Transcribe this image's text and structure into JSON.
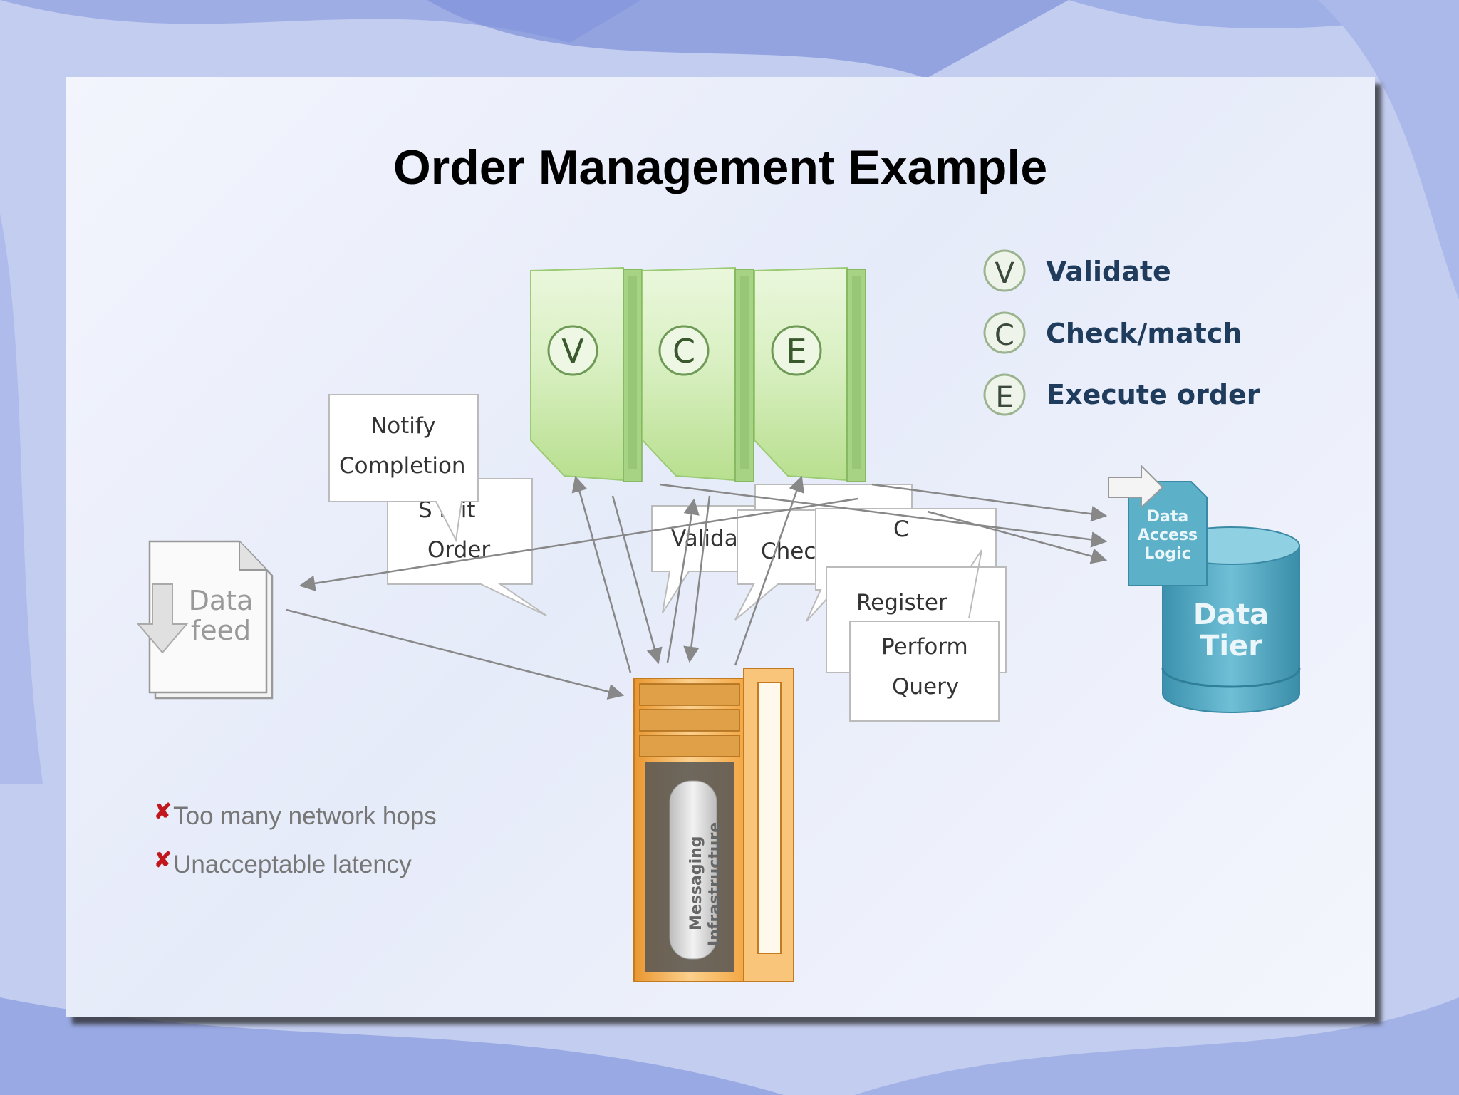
{
  "slide": {
    "title": "Order Management Example"
  },
  "legend": [
    {
      "letter": "V",
      "label": "Validate"
    },
    {
      "letter": "C",
      "label": "Check/match"
    },
    {
      "letter": "E",
      "label": "Execute order"
    }
  ],
  "servers": [
    "V",
    "C",
    "E"
  ],
  "bubbles": {
    "notify_l1": "Notify",
    "notify_l2": "Completion",
    "submit_l1": "S   mit",
    "submit_l2": "Order",
    "validate": "Valida",
    "check": "Chec",
    "c_letter": "C",
    "register": "Register",
    "perform_l1": "Perform",
    "perform_l2": "Query"
  },
  "components": {
    "data_feed_l1": "Data",
    "data_feed_l2": "feed",
    "dal_l1": "Data",
    "dal_l2": "Access",
    "dal_l3": "Logic",
    "data_tier_l1": "Data",
    "data_tier_l2": "Tier",
    "messaging_l1": "Messaging",
    "messaging_l2": "Infrastructure"
  },
  "issues": [
    "Too many network hops",
    "Unacceptable latency"
  ],
  "colors": {
    "server_green": "#c8e6a8",
    "rack_orange": "#f7b45a",
    "db_teal": "#4aa3bd",
    "legend_text": "#1f3c5c",
    "issue_x": "#c0161c"
  }
}
